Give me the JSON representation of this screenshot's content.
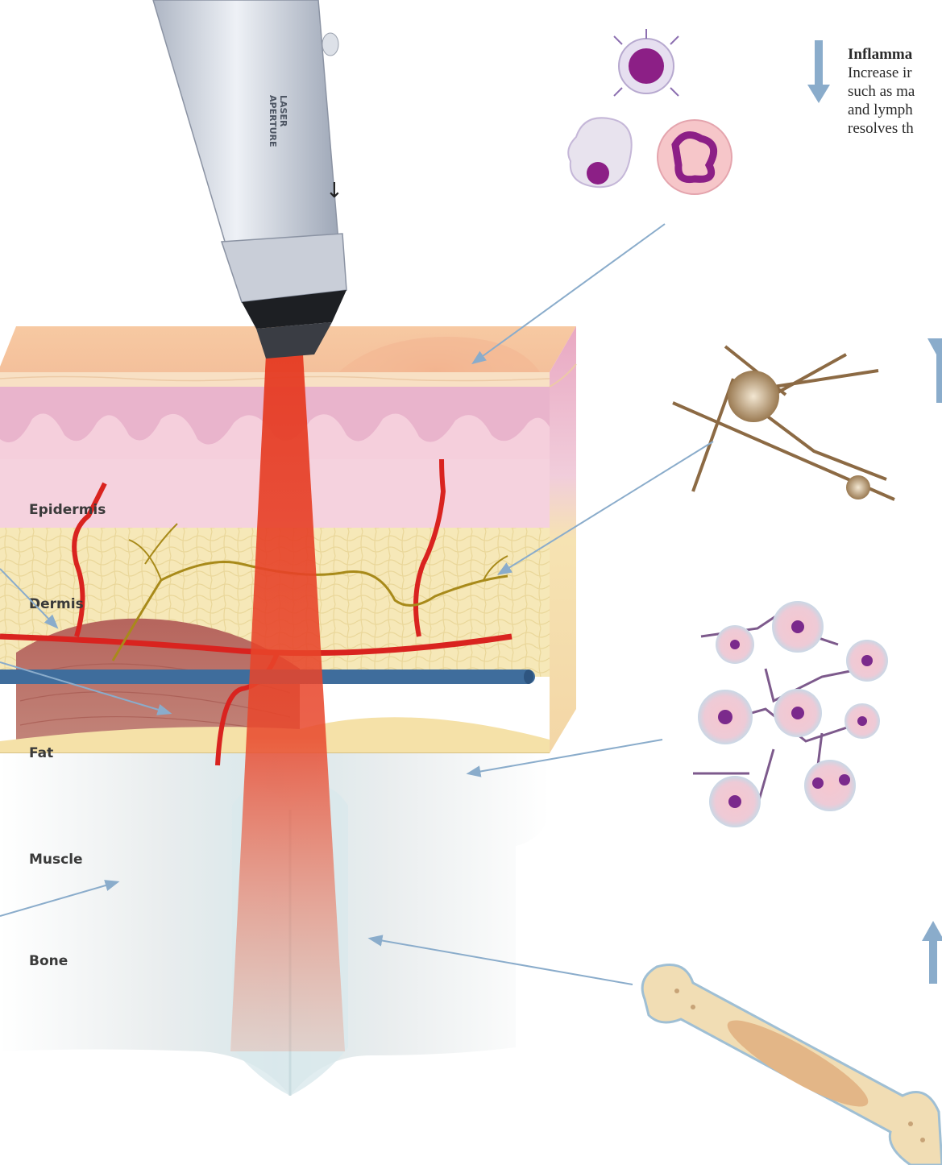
{
  "handpiece": {
    "label_line1": "LASER",
    "label_line2": "APERTURE"
  },
  "layers": {
    "epidermis": "Epidermis",
    "dermis": "Dermis",
    "fat": "Fat",
    "muscle": "Muscle",
    "bone": "Bone"
  },
  "callout": {
    "title": "Inflamma",
    "lines": [
      "Increase ir",
      "such as ma",
      "and lymph",
      "resolves th"
    ]
  },
  "colors": {
    "laser": "#e8432a",
    "arrow": "#8aaccb",
    "epidermis": "#e6b0c8",
    "dermis": "#f5cfdc",
    "fat": "#f6e7b4",
    "muscle": "#b56a62",
    "bone": "#eef0f0",
    "artery": "#d9231f",
    "vein": "#3f6d9c",
    "nerve": "#a88a1a"
  },
  "icons": {
    "inflammation": "immune-cells-icon",
    "nerve": "neuron-icon",
    "fat": "adipocyte-cluster-icon",
    "bone": "long-bone-icon",
    "indicator_down": "arrow-down-icon",
    "indicator_up": "arrow-up-icon"
  }
}
